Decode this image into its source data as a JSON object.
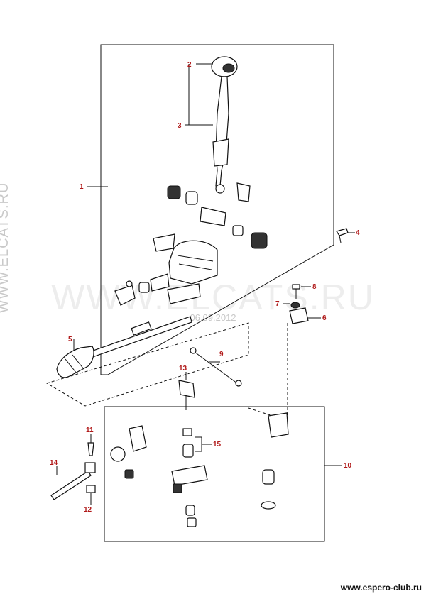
{
  "watermarks": {
    "side": "WWW.ELCATS.RU",
    "center": "WWW.ELCATS.RU",
    "date": "06.09.2012"
  },
  "footer": {
    "site": "www.espero-club.ru"
  },
  "callouts": [
    "1",
    "2",
    "3",
    "4",
    "5",
    "6",
    "7",
    "8",
    "9",
    "10",
    "11",
    "12",
    "13",
    "14",
    "15"
  ],
  "colors": {
    "callout": "#b01818",
    "line": "#111111",
    "watermark": "#c9c9c9"
  }
}
